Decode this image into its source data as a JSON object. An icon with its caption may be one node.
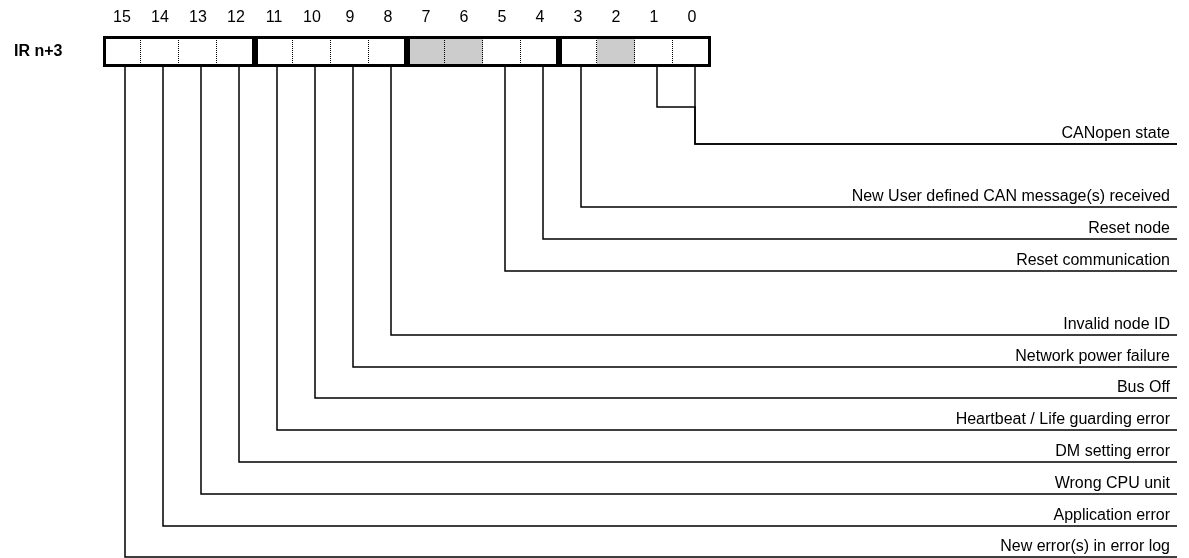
{
  "diagram": {
    "nodes": [
      {
        "text": [],
        "shape": "box"
      },
      {
        "text": [],
        "shape": "box"
      },
      {
        "text": [],
        "shape": "box"
      },
      {
        "text": [],
        "shape": "box"
      },
      {
        "text": [],
        "shape": "box"
      },
      {
        "text": [],
        "shape": "box"
      },
      {
        "text": [],
        "shape": "box"
      },
      {
        "text": [],
        "shape": "box"
      },
      {
        "text": [],
        "shape": "box"
      },
      {
        "text": [],
        "shape": "box"
      },
      {
        "text": [],
        "shape": "box"
      },
      {
        "text": [],
        "shape": "box"
      },
      {
        "text": [],
        "shape": "box"
      },
      {
        "text": [],
        "shape": "box"
      },
      {
        "text": [],
        "shape": "box"
      },
      {
        "text": [],
        "shape": "box"
      },
      {
        "text": [
          "CANopen state"
        ]
      },
      {
        "text": [
          "New User defined CAN message(s) received"
        ]
      },
      {
        "text": [
          "Reset node"
        ]
      },
      {
        "text": [
          "Reset communication"
        ]
      },
      {
        "text": [
          "Invalid node ID"
        ]
      },
      {
        "text": [
          "Network power failure"
        ]
      },
      {
        "text": [
          "Bus Off"
        ]
      },
      {
        "text": [
          "Heartbeat / Life guarding error"
        ]
      },
      {
        "text": [
          "DM setting error"
        ]
      },
      {
        "text": [
          "Wrong CPU unit"
        ]
      },
      {
        "text": [
          "Application error"
        ]
      },
      {
        "text": [
          "New error(s) in error log"
        ]
      }
    ],
    "edges": [
      {
        "from": 14,
        "to": 16,
        "arrow": "none"
      },
      {
        "from": 15,
        "to": 16,
        "arrow": "none"
      },
      {
        "from": 12,
        "to": 17,
        "arrow": "none"
      },
      {
        "from": 11,
        "to": 18,
        "arrow": "none"
      },
      {
        "from": 10,
        "to": 19,
        "arrow": "none"
      },
      {
        "from": 7,
        "to": 20,
        "arrow": "none"
      },
      {
        "from": 6,
        "to": 21,
        "arrow": "none"
      },
      {
        "from": 5,
        "to": 22,
        "arrow": "none"
      },
      {
        "from": 4,
        "to": 23,
        "arrow": "none"
      },
      {
        "from": 3,
        "to": 24,
        "arrow": "none"
      },
      {
        "from": 2,
        "to": 25,
        "arrow": "none"
      },
      {
        "from": 1,
        "to": 26,
        "arrow": "none"
      },
      {
        "from": 0,
        "to": 27,
        "arrow": "none"
      }
    ],
    "labels": [
      "IR n+3",
      "15",
      "14",
      "13",
      "12",
      "11",
      "10",
      "9",
      "8",
      "7",
      "6",
      "5",
      "4",
      "3",
      "2",
      "1",
      "0"
    ]
  }
}
